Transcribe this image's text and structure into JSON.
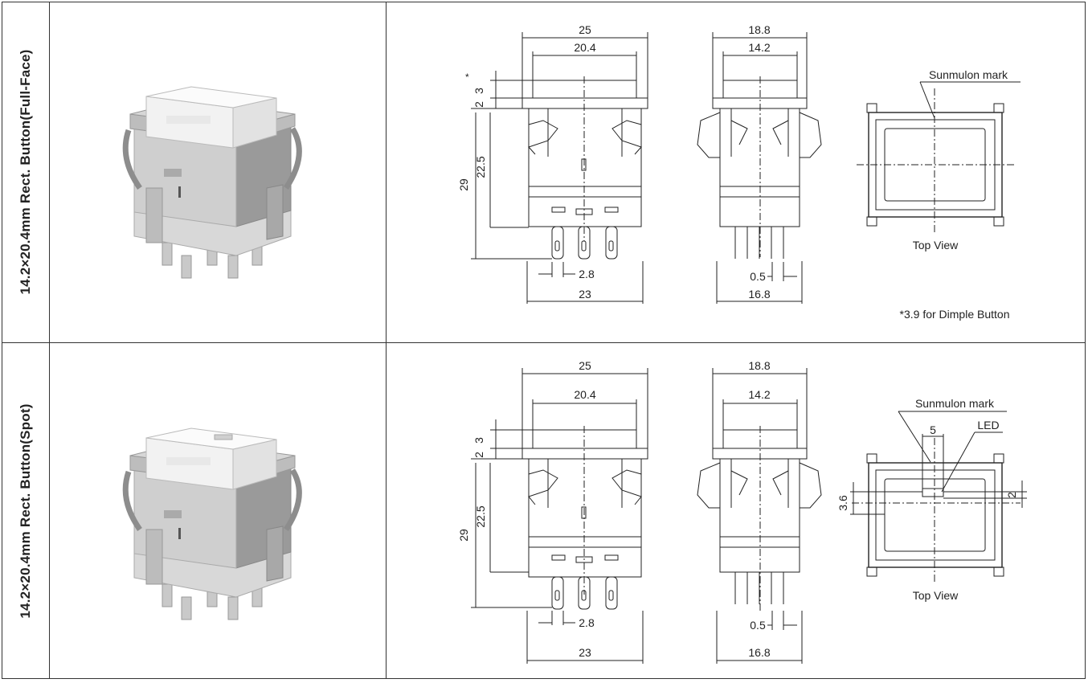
{
  "rows": [
    {
      "label": "14.2×20.4mm Rect. Button(Full-Face)",
      "front": {
        "top_width": "25",
        "cap_width": "20.4",
        "star": "*",
        "dim_a": "3",
        "dim_b": "2",
        "height_total": "29",
        "height_body": "22.5",
        "pin_pitch": "2.8",
        "base_width": "23"
      },
      "side": {
        "top_width": "18.8",
        "cap_width": "14.2",
        "pin_thick": "0.5",
        "base_width": "16.8"
      },
      "top_view": {
        "mark_label": "Sunmulon  mark",
        "caption": "Top View"
      },
      "note": "*3.9 for Dimple Button"
    },
    {
      "label": "14.2×20.4mm Rect. Button(Spot)",
      "front": {
        "top_width": "25",
        "cap_width": "20.4",
        "dim_a": "3",
        "dim_b": "2",
        "height_total": "29",
        "height_body": "22.5",
        "pin_pitch": "2.8",
        "base_width": "23"
      },
      "side": {
        "top_width": "18.8",
        "cap_width": "14.2",
        "pin_thick": "0.5",
        "base_width": "16.8"
      },
      "top_view": {
        "mark_label": "Sunmulon  mark",
        "led_label": "LED",
        "led_w": "5",
        "dim_36": "3.6",
        "dim_2": "2",
        "caption": "Top View"
      }
    }
  ]
}
